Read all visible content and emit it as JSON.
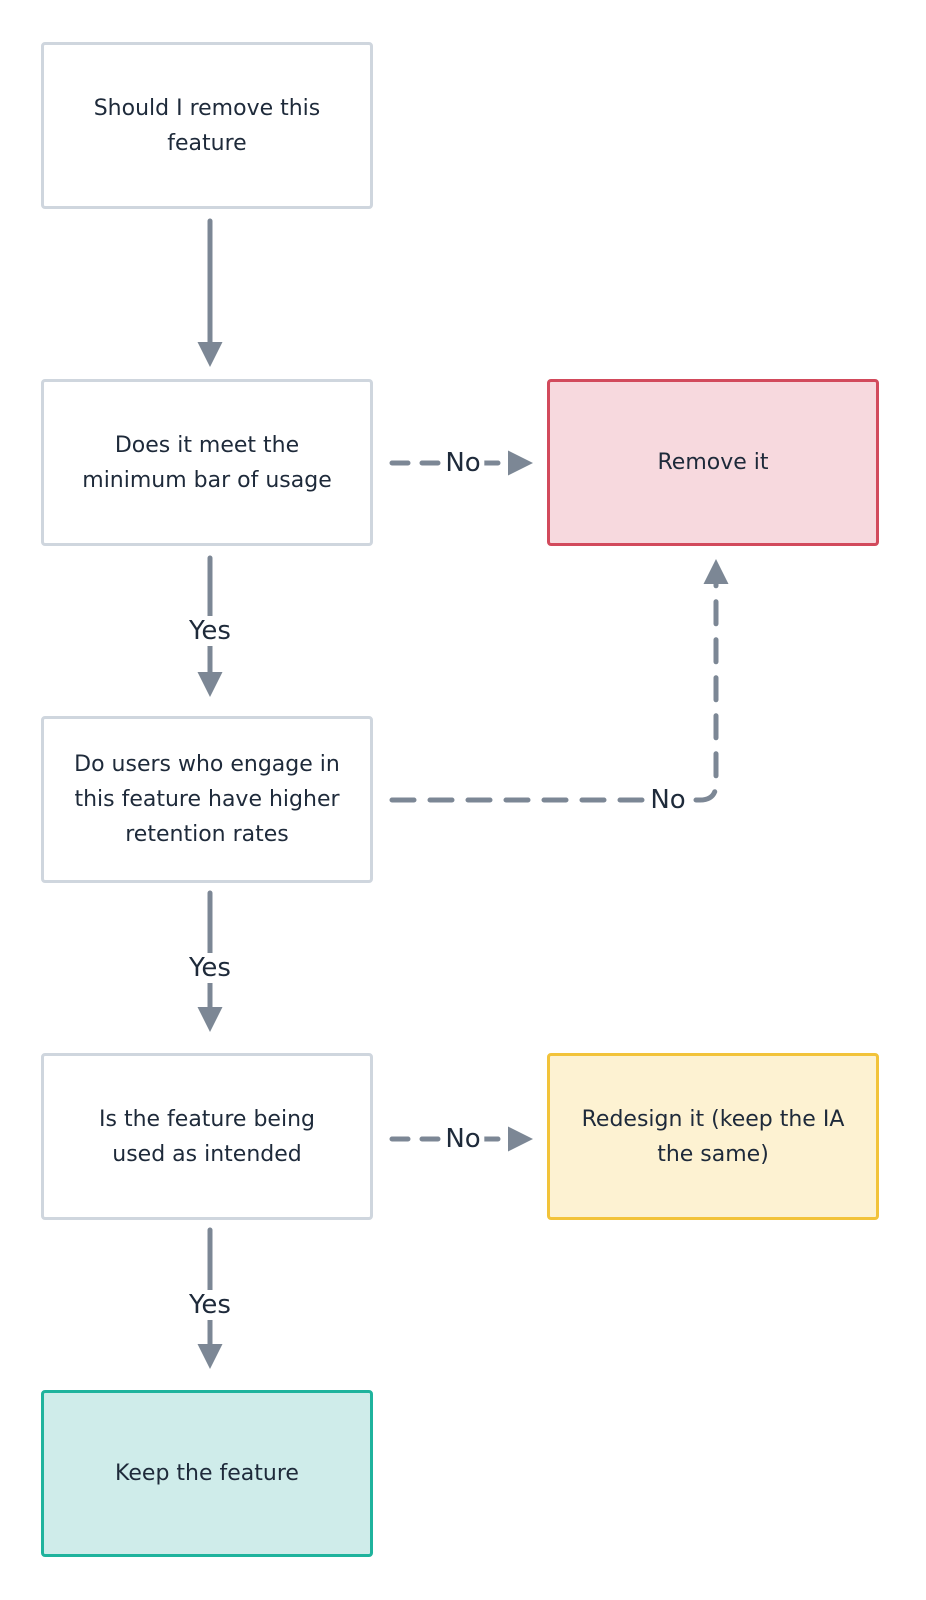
{
  "colors": {
    "connector": "#7c8795",
    "default_border": "#cfd6de",
    "remove_border": "#d24a5c",
    "remove_fill": "#f7d9de",
    "redesign_border": "#f2c33a",
    "redesign_fill": "#fdf2d2",
    "keep_border": "#1fb39d",
    "keep_fill": "#cfecea"
  },
  "nodes": {
    "start": "Should I remove this feature",
    "usage": "Does it meet the minimum bar of usage",
    "retention": "Do users who engage in this feature have higher retention rates",
    "intended": "Is the feature being used as intended",
    "remove": "Remove it",
    "redesign": "Redesign it (keep the IA the same)",
    "keep": "Keep the feature"
  },
  "edges": {
    "usage_no": "No",
    "usage_yes": "Yes",
    "retention_no": "No",
    "retention_yes": "Yes",
    "intended_no": "No",
    "intended_yes": "Yes"
  }
}
